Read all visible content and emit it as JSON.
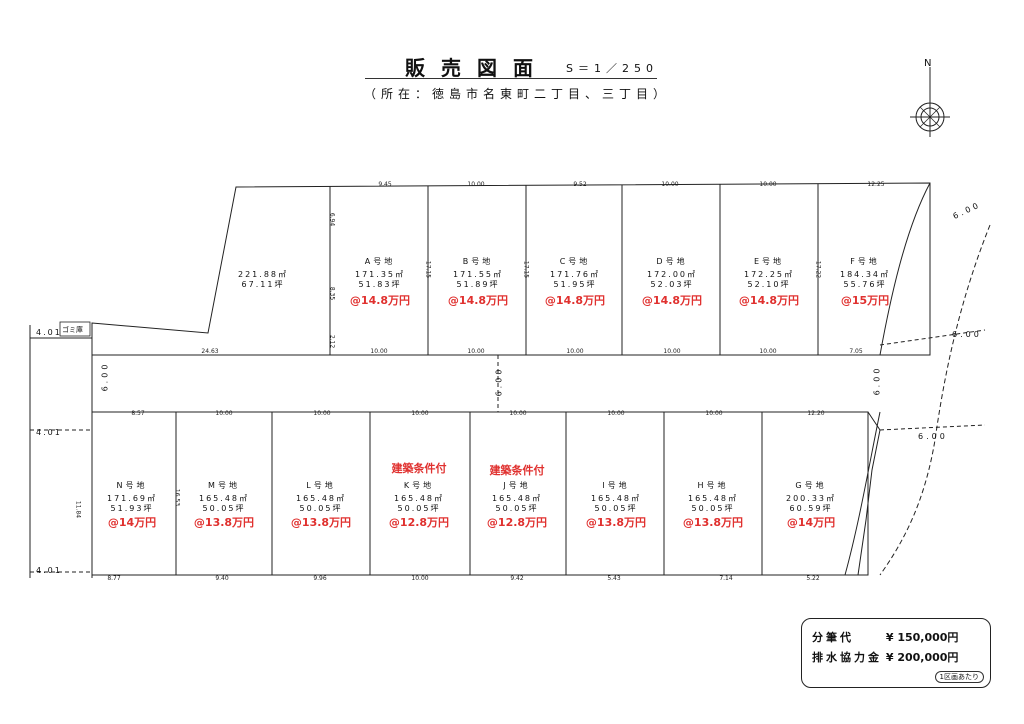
{
  "title": {
    "main": "販売図面",
    "scale": "S＝1／250",
    "location": "（所在：徳島市名東町二丁目、三丁目）"
  },
  "compass": {
    "north_label": "N",
    "icon": "north-arrow-icon"
  },
  "road_widths": {
    "central_road": "6.00",
    "center_marker": "6.00",
    "right_road_top": "6.00",
    "right_road_mid": "6.00",
    "right_road_lower": "6.00",
    "right_road_bottom": "6.00",
    "left_road_top": "4.01",
    "left_road_mid": "4.01",
    "left_road_bottom": "4.01"
  },
  "remaining_parcel": {
    "area_m2": "221.88㎡",
    "area_tsubo": "67.11坪"
  },
  "garbage_station": "ゴミ庫",
  "top_row_lots": [
    {
      "name": "A号地",
      "area_m2": "171.35㎡",
      "area_tsubo": "51.83坪",
      "price": "@14.8万円"
    },
    {
      "name": "B号地",
      "area_m2": "171.55㎡",
      "area_tsubo": "51.89坪",
      "price": "@14.8万円"
    },
    {
      "name": "C号地",
      "area_m2": "171.76㎡",
      "area_tsubo": "51.95坪",
      "price": "@14.8万円"
    },
    {
      "name": "D号地",
      "area_m2": "172.00㎡",
      "area_tsubo": "52.03坪",
      "price": "@14.8万円"
    },
    {
      "name": "E号地",
      "area_m2": "172.25㎡",
      "area_tsubo": "52.10坪",
      "price": "@14.8万円"
    },
    {
      "name": "F号地",
      "area_m2": "184.34㎡",
      "area_tsubo": "55.76坪",
      "price": "@15万円"
    }
  ],
  "bottom_row_lots": [
    {
      "name": "N号地",
      "area_m2": "171.69㎡",
      "area_tsubo": "51.93坪",
      "price": "@14万円",
      "condition": ""
    },
    {
      "name": "M号地",
      "area_m2": "165.48㎡",
      "area_tsubo": "50.05坪",
      "price": "@13.8万円",
      "condition": ""
    },
    {
      "name": "L号地",
      "area_m2": "165.48㎡",
      "area_tsubo": "50.05坪",
      "price": "@13.8万円",
      "condition": ""
    },
    {
      "name": "K号地",
      "area_m2": "165.48㎡",
      "area_tsubo": "50.05坪",
      "price": "@12.8万円",
      "condition": "建築条件付"
    },
    {
      "name": "J号地",
      "area_m2": "165.48㎡",
      "area_tsubo": "50.05坪",
      "price": "@12.8万円",
      "condition": "建築条件付"
    },
    {
      "name": "I号地",
      "area_m2": "165.48㎡",
      "area_tsubo": "50.05坪",
      "price": "@13.8万円",
      "condition": ""
    },
    {
      "name": "H号地",
      "area_m2": "165.48㎡",
      "area_tsubo": "50.05坪",
      "price": "@13.8万円",
      "condition": ""
    },
    {
      "name": "G号地",
      "area_m2": "200.33㎡",
      "area_tsubo": "60.59坪",
      "price": "@14万円",
      "condition": ""
    }
  ],
  "top_dims": {
    "upper": [
      "9.45",
      "10.00",
      "9.52",
      "10.00",
      "10.00",
      "12.25"
    ],
    "lower": [
      "24.63",
      "10.00",
      "10.00",
      "10.00",
      "10.00",
      "10.00",
      "7.05"
    ],
    "depth_a": "17.15",
    "depth_b": "17.15",
    "depth_f": "17.22",
    "left_a": [
      "6.94",
      "8.35",
      "2.12"
    ]
  },
  "bottom_dims": {
    "upper": [
      "8.57",
      "10.00",
      "10.00",
      "10.00",
      "10.00",
      "10.00",
      "10.00",
      "12.20"
    ],
    "lower": [
      "8.77",
      "9.40",
      "9.96",
      "10.00",
      "9.42",
      "5.43",
      "7.14",
      "5.22"
    ],
    "depth": "16.53",
    "left_depth": "11.84"
  },
  "fees": {
    "subdivision_label": "分筆代",
    "subdivision_value": "¥ 150,000円",
    "drainage_label": "排水協力金",
    "drainage_value": "¥ 200,000円",
    "note": "1区画あたり"
  }
}
